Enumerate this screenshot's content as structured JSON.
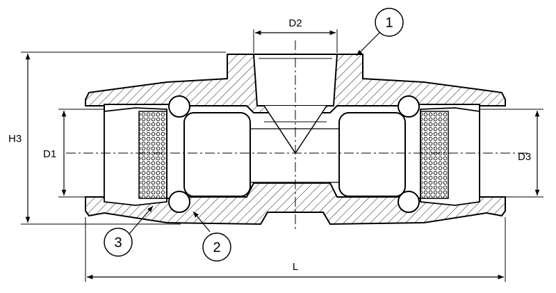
{
  "dimensions": {
    "d2": "D2",
    "h3": "H3",
    "d1": "D1",
    "d3": "D3",
    "l": "L"
  },
  "callouts": [
    {
      "number": "1"
    },
    {
      "number": "2"
    },
    {
      "number": "3"
    }
  ],
  "colors": {
    "line": "#000000",
    "background": "#ffffff"
  }
}
